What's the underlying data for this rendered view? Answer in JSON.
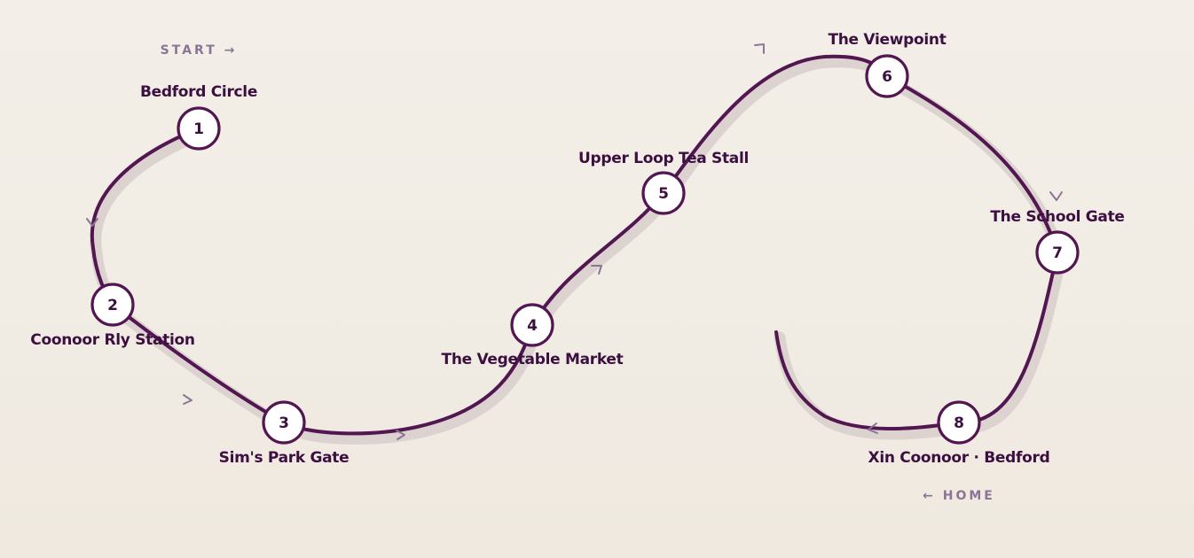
{
  "start_label": "START →",
  "home_label": "← HOME",
  "stops": [
    {
      "number": "1",
      "name": "Bedford Circle"
    },
    {
      "number": "2",
      "name": "Coonoor Rly Station"
    },
    {
      "number": "3",
      "name": "Sim's Park Gate"
    },
    {
      "number": "4",
      "name": "The Vegetable Market"
    },
    {
      "number": "5",
      "name": "Upper Loop Tea Stall"
    },
    {
      "number": "6",
      "name": "The Viewpoint"
    },
    {
      "number": "7",
      "name": "The School Gate"
    },
    {
      "number": "8",
      "name": "Xin Coonoor · Bedford"
    }
  ],
  "colors": {
    "route": "#521650",
    "route_shadow": "#dcd2cf",
    "label": "#3b1040",
    "muted": "#8a7596",
    "stop_fill": "#ffffff"
  }
}
